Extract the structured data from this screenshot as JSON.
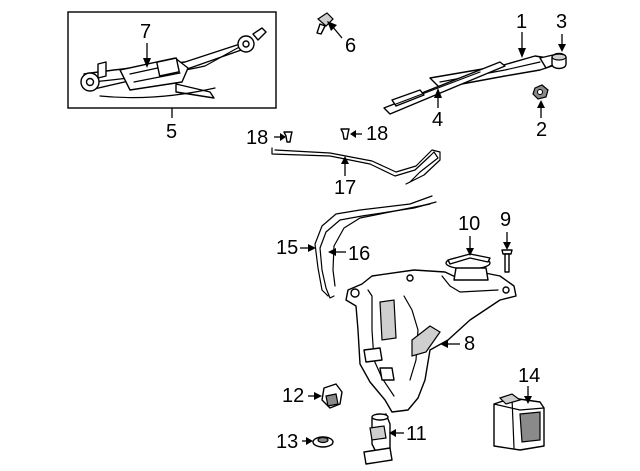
{
  "callouts": {
    "c1": "1",
    "c2": "2",
    "c3": "3",
    "c4": "4",
    "c5": "5",
    "c6": "6",
    "c7": "7",
    "c8": "8",
    "c9": "9",
    "c10": "10",
    "c11": "11",
    "c12": "12",
    "c13": "13",
    "c14": "14",
    "c15": "15",
    "c16": "16",
    "c17": "17",
    "c18a": "18",
    "c18b": "18"
  },
  "parts": [
    {
      "ref": "1",
      "icon": "wiper-arm-icon"
    },
    {
      "ref": "2",
      "icon": "nut-icon"
    },
    {
      "ref": "3",
      "icon": "cap-icon"
    },
    {
      "ref": "4",
      "icon": "wiper-blade-icon"
    },
    {
      "ref": "5",
      "icon": "wiper-linkage-box-icon"
    },
    {
      "ref": "6",
      "icon": "bolt-icon"
    },
    {
      "ref": "7",
      "icon": "wiper-motor-icon"
    },
    {
      "ref": "8",
      "icon": "washer-reservoir-icon"
    },
    {
      "ref": "9",
      "icon": "screw-icon"
    },
    {
      "ref": "10",
      "icon": "reservoir-cap-icon"
    },
    {
      "ref": "11",
      "icon": "washer-pump-icon"
    },
    {
      "ref": "12",
      "icon": "grommet-icon"
    },
    {
      "ref": "13",
      "icon": "seal-icon"
    },
    {
      "ref": "14",
      "icon": "fluid-jug-icon"
    },
    {
      "ref": "15",
      "icon": "hose-icon"
    },
    {
      "ref": "16",
      "icon": "hose-icon"
    },
    {
      "ref": "17",
      "icon": "hose-icon"
    },
    {
      "ref": "18",
      "icon": "clip-icon"
    }
  ]
}
